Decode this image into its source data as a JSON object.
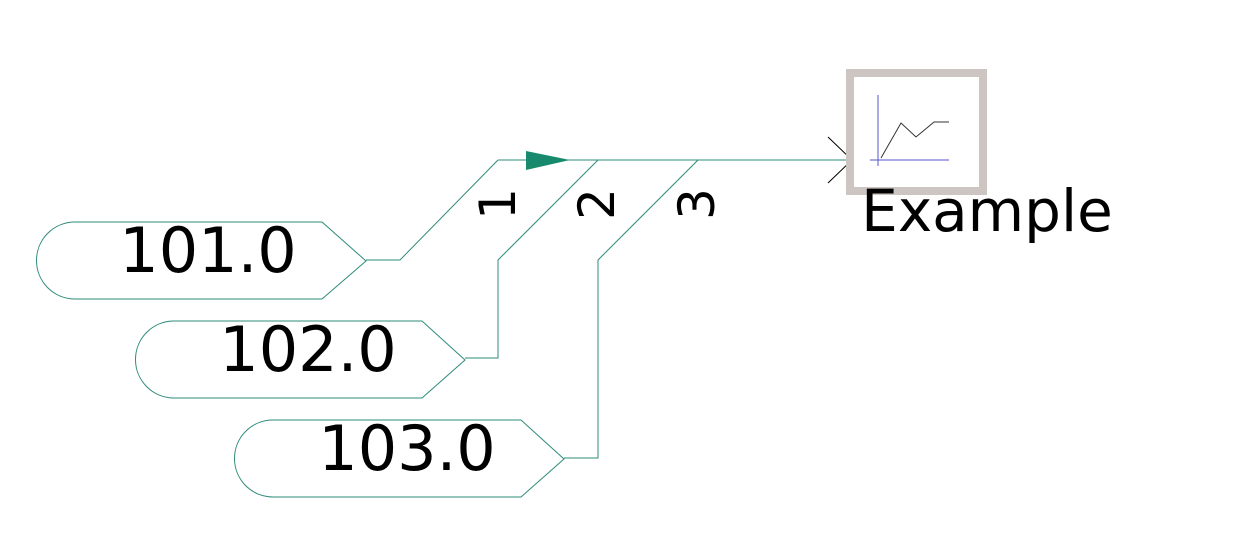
{
  "colors": {
    "wire": "#2e8b7a",
    "arrow_fill": "#178a6e",
    "scope_border": "#cdc5c1",
    "scope_axis": "#5555cc",
    "scope_trace": "#333333",
    "input_arrow": "#000000"
  },
  "sources": [
    {
      "value": "101.0"
    },
    {
      "value": "102.0"
    },
    {
      "value": "103.0"
    }
  ],
  "mux": {
    "ports": [
      "1",
      "2",
      "3"
    ]
  },
  "scope": {
    "icon": "scope-icon",
    "name": "Example"
  }
}
